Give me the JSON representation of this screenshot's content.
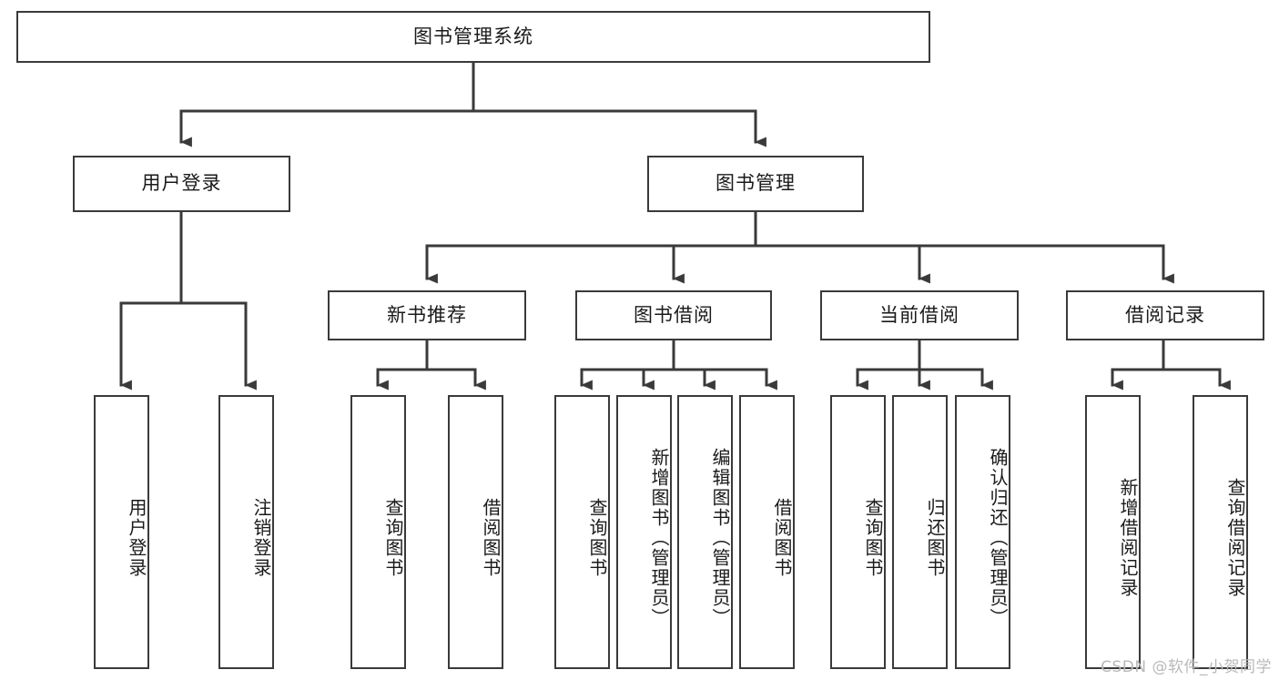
{
  "diagram": {
    "title": "图书管理系统",
    "type": "hierarchy-tree",
    "root": {
      "label": "图书管理系统"
    },
    "level2": [
      {
        "label": "用户登录"
      },
      {
        "label": "图书管理"
      }
    ],
    "level3": [
      {
        "label": "新书推荐"
      },
      {
        "label": "图书借阅"
      },
      {
        "label": "当前借阅"
      },
      {
        "label": "借阅记录"
      }
    ],
    "leaves": {
      "user_login": [
        {
          "label": "用户登录"
        },
        {
          "label": "注销登录"
        }
      ],
      "new_book_recommend": [
        {
          "label": "查询图书"
        },
        {
          "label": "借阅图书"
        }
      ],
      "book_borrow": [
        {
          "label": "查询图书"
        },
        {
          "label": "新增图书（管理员）"
        },
        {
          "label": "编辑图书（管理员）"
        },
        {
          "label": "借阅图书"
        }
      ],
      "current_borrow": [
        {
          "label": "查询图书"
        },
        {
          "label": "归还图书"
        },
        {
          "label": "确认归还（管理员）"
        }
      ],
      "borrow_record": [
        {
          "label": "新增借阅记录"
        },
        {
          "label": "查询借阅记录"
        }
      ]
    }
  },
  "watermark": {
    "text": "CSDN @软件_小贺同学"
  },
  "colors": {
    "line": "#3a3a3a",
    "text": "#1a1a1a",
    "background": "#ffffff",
    "watermark": "#b9b9b9"
  }
}
